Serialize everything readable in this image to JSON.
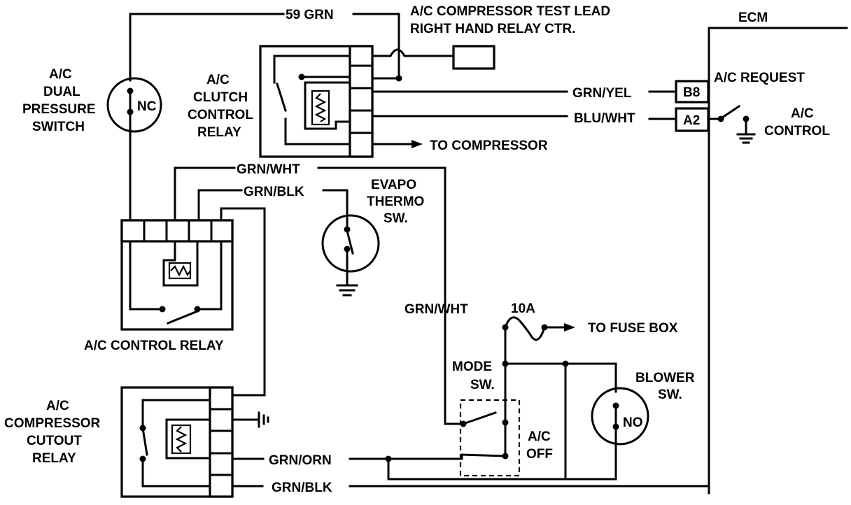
{
  "labels": {
    "wire_59grn": "59 GRN",
    "test_lead_1": "A/C COMPRESSOR TEST LEAD",
    "test_lead_2": "RIGHT HAND RELAY CTR.",
    "ecm": "ECM",
    "dual_1": "A/C",
    "dual_2": "DUAL",
    "dual_3": "PRESSURE",
    "dual_4": "SWITCH",
    "nc": "NC",
    "clutch_1": "A/C",
    "clutch_2": "CLUTCH",
    "clutch_3": "CONTROL",
    "clutch_4": "RELAY",
    "grn_yel": "GRN/YEL",
    "blu_wht": "BLU/WHT",
    "b8": "B8",
    "a2": "A2",
    "ac_request": "A/C REQUEST",
    "ac_control_1": "A/C",
    "ac_control_2": "CONTROL",
    "to_compressor": "TO COMPRESSOR",
    "grn_wht_top": "GRN/WHT",
    "grn_blk_top": "GRN/BLK",
    "evapo_1": "EVAPO",
    "evapo_2": "THERMO",
    "evapo_3": "SW.",
    "ac_control_relay": "A/C CONTROL RELAY",
    "grn_wht_mid": "GRN/WHT",
    "fuse": "10A",
    "to_fuse_box": "TO FUSE BOX",
    "mode_1": "MODE",
    "mode_2": "SW.",
    "blower_1": "BLOWER",
    "blower_2": "SW.",
    "no": "NO",
    "ac_off_1": "A/C",
    "ac_off_2": "OFF",
    "cutout_1": "A/C",
    "cutout_2": "COMPRESSOR",
    "cutout_3": "CUTOUT",
    "cutout_4": "RELAY",
    "grn_orn": "GRN/ORN",
    "grn_blk_bottom": "GRN/BLK"
  }
}
